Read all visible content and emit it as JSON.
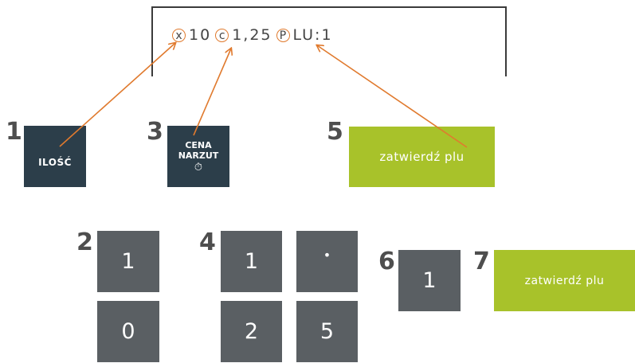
{
  "display": {
    "code_quantity": "x",
    "quantity_value": "10",
    "code_price": "c",
    "price_value": "1,25",
    "code_plu": "P",
    "plu_value": "LU:1"
  },
  "steps": {
    "s1": "1",
    "s2": "2",
    "s3": "3",
    "s4": "4",
    "s5": "5",
    "s6": "6",
    "s7": "7"
  },
  "keys": {
    "ilosc": "ILOŚĆ",
    "cena_line1": "CENA",
    "cena_line2": "NARZUT",
    "clock_glyph": "⏱",
    "confirm_plu": "zatwierdź plu",
    "num_1": "1",
    "num_0": "0",
    "num_2": "2",
    "num_5": "5",
    "num_dot": "•",
    "num_1b": "1",
    "num_1c": "1",
    "confirm_plu_2": "zatwierdź plu"
  },
  "colors": {
    "accent_orange": "#e07a2e",
    "dark_key": "#2c3e4a",
    "green_key": "#a8c22a",
    "num_key": "#5a5f63"
  },
  "icons": [
    "clock-icon"
  ]
}
